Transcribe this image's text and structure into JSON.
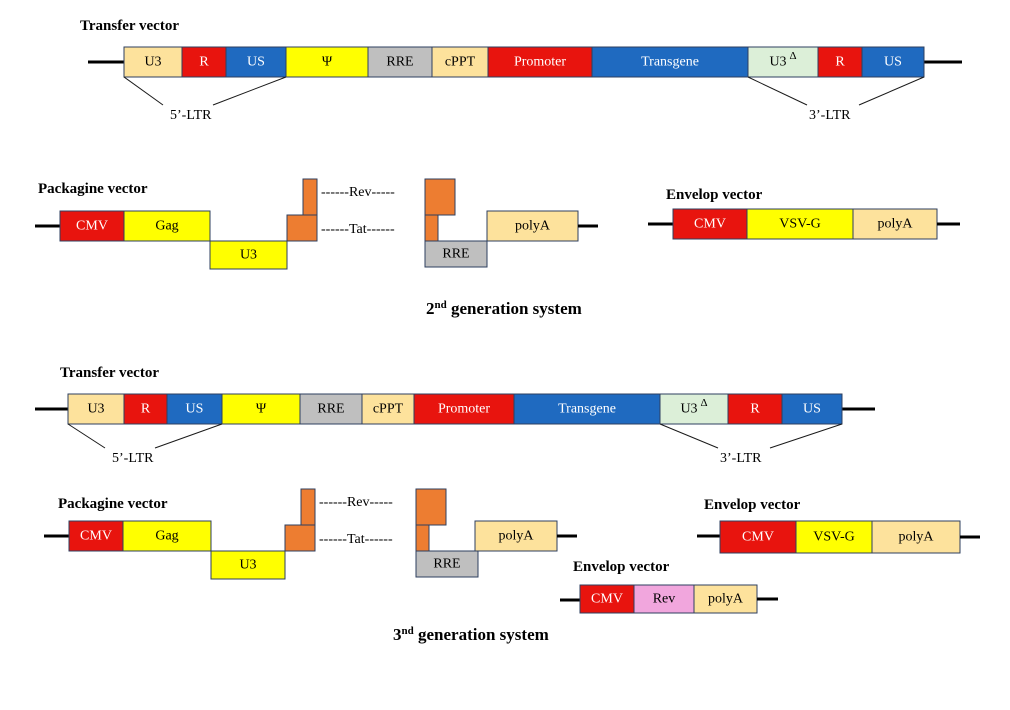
{
  "colors": {
    "red": "#e8140e",
    "blue": "#1f6ac0",
    "yellow": "#ffff00",
    "light_orange": "#fde29c",
    "gray": "#bfbfbf",
    "pale_green": "#dcefd8",
    "orange": "#ed7d31",
    "pink": "#f1a6dd",
    "border": "#2e3f5f"
  },
  "gen2": {
    "caption_main": "2",
    "caption_sup": "nd",
    "caption_rest": " generation system",
    "transfer": {
      "title": "Transfer vector",
      "segments": [
        "U3",
        "R",
        "US",
        "Ψ",
        "RRE",
        "cPPT",
        "Promoter",
        "Transgene",
        "U3",
        "R",
        "US"
      ],
      "delta_mark": "Δ",
      "ltr5": "5’-LTR",
      "ltr3": "3’-LTR"
    },
    "packaging": {
      "title": "Packagine vector",
      "cmv": "CMV",
      "gag": "Gag",
      "u3": "U3",
      "rev": "------Rev-----",
      "tat": "------Tat------",
      "rre": "RRE",
      "polya": "polyA"
    },
    "envelope": {
      "title": "Envelop vector",
      "cmv": "CMV",
      "vsvg": "VSV-G",
      "polya": "polyA"
    }
  },
  "gen3": {
    "caption_main": "3",
    "caption_sup": "nd",
    "caption_rest": " generation system",
    "transfer": {
      "title": "Transfer vector",
      "segments": [
        "U3",
        "R",
        "US",
        "Ψ",
        "RRE",
        "cPPT",
        "Promoter",
        "Transgene",
        "U3",
        "R",
        "US"
      ],
      "delta_mark": "Δ",
      "ltr5": "5’-LTR",
      "ltr3": "3’-LTR"
    },
    "packaging": {
      "title": "Packagine vector",
      "cmv": "CMV",
      "gag": "Gag",
      "u3": "U3",
      "rev": "------Rev-----",
      "tat": "------Tat------",
      "rre": "RRE",
      "polya": "polyA"
    },
    "envelope": {
      "title": "Envelop vector",
      "cmv": "CMV",
      "vsvg": "VSV-G",
      "polya": "polyA"
    },
    "rev_vector": {
      "title": "Envelop vector",
      "cmv": "CMV",
      "rev": "Rev",
      "polya": "polyA"
    }
  }
}
